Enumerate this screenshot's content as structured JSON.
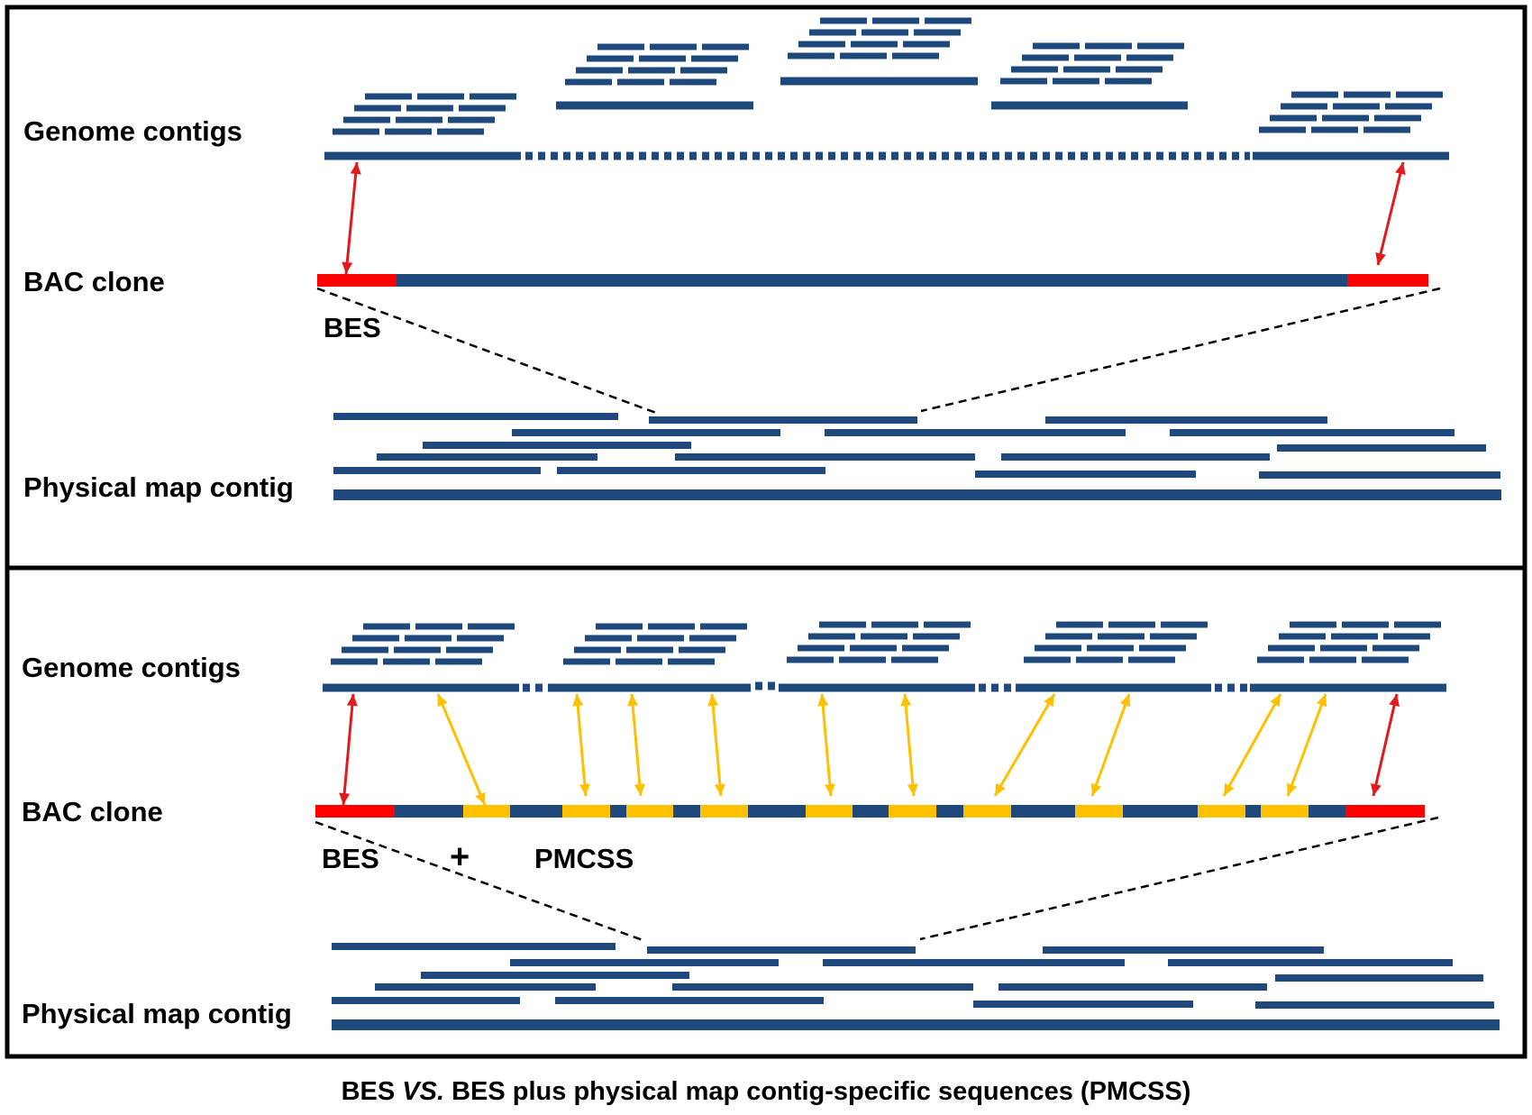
{
  "colors": {
    "contig": "#1F497D",
    "bes": "#FF0000",
    "pmcss": "#FFC000",
    "bes_arrow": "#E31A1C",
    "pmcss_arrow": "#FFC000",
    "frame": "#000000",
    "guide": "#000000"
  },
  "panel_top": {
    "genome_label": "Genome contigs",
    "bac_label": "BAC clone",
    "bes_label": "BES",
    "physical_label": "Physical map contig"
  },
  "panel_bottom": {
    "genome_label": "Genome contigs",
    "bac_label": "BAC clone",
    "bes_label": "BES",
    "plus_label": "+",
    "pmcss_label": "PMCSS",
    "physical_label": "Physical map contig"
  },
  "caption": {
    "part1": "BES ",
    "vs": "VS.",
    "part2": " BES plus physical map contig-specific sequences (PMCSS)"
  }
}
